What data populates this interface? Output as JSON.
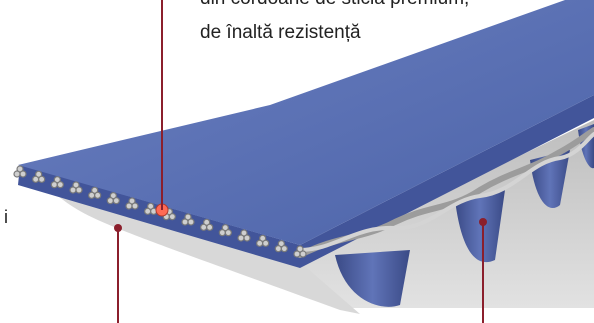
{
  "callout": {
    "line1": "din cordoane de sticlă premium,",
    "line2": "de înaltă rezistență"
  },
  "side_fragment": "i",
  "colors": {
    "belt_top": "#5a70b4",
    "belt_side": "#46599a",
    "backing": "#c9c9c9",
    "cord": "#b8b8b8",
    "leader": "#8b1f2c",
    "highlight": "#ff6a55"
  }
}
